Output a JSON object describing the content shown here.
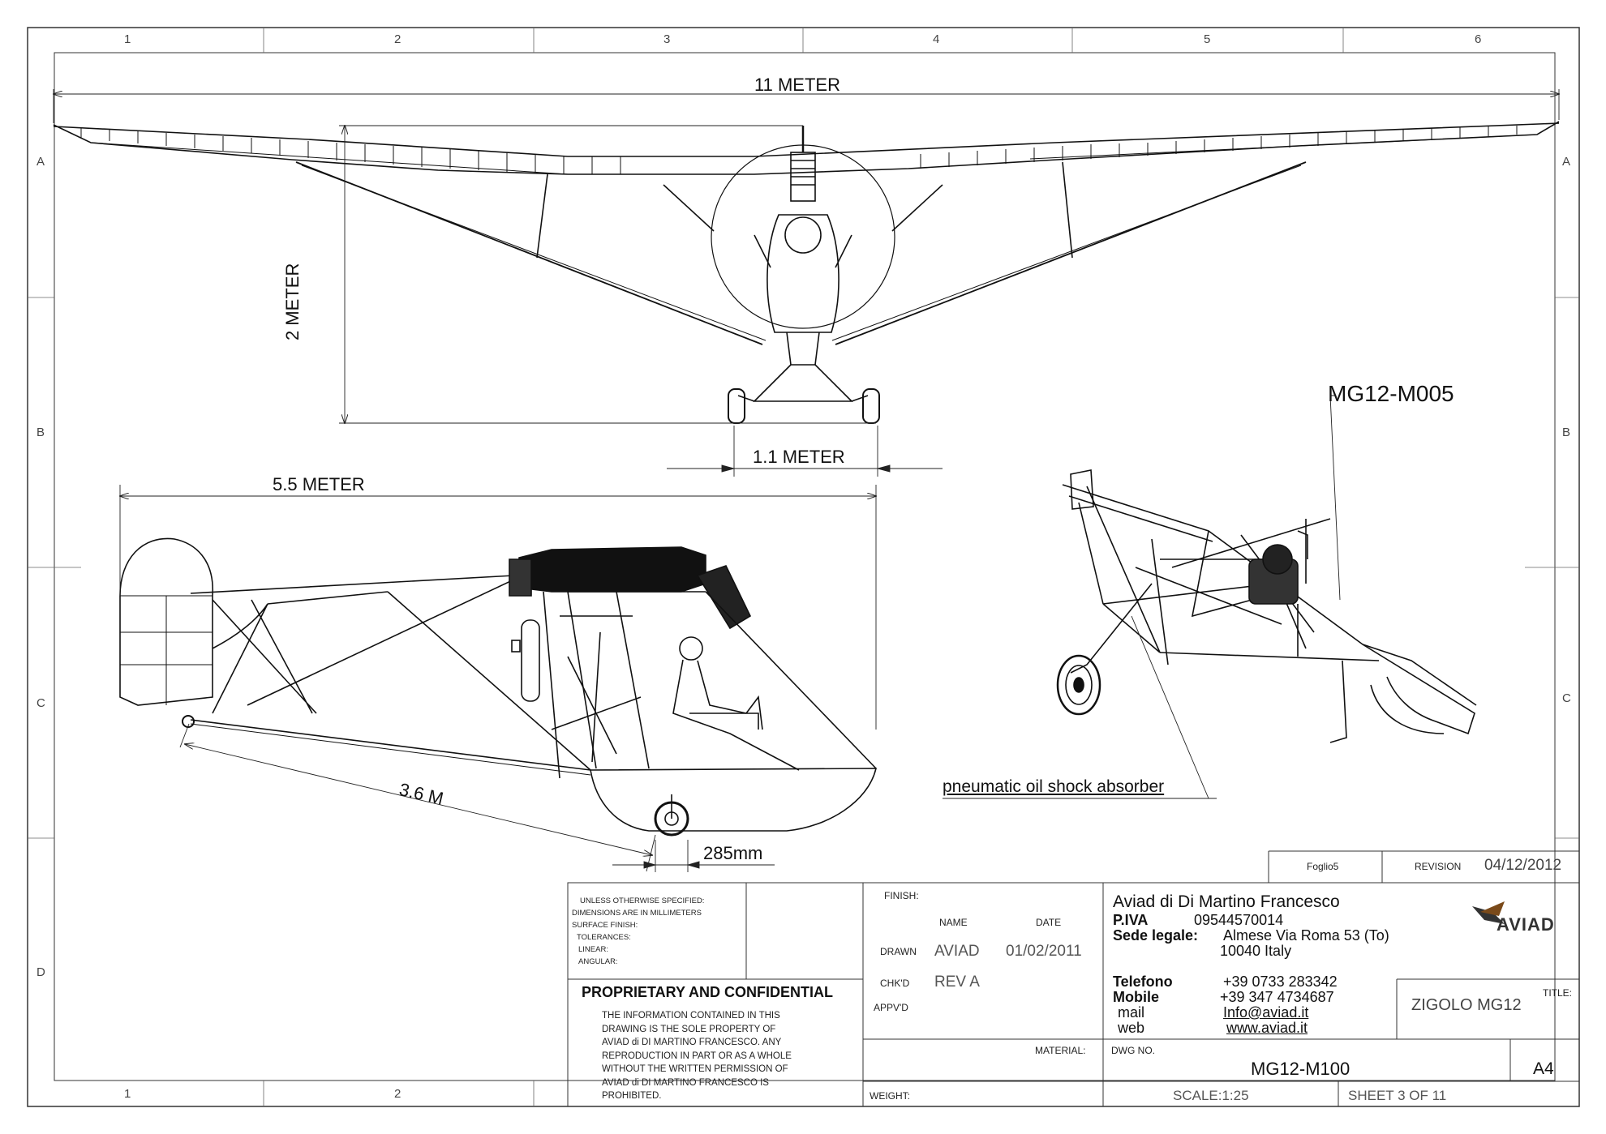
{
  "zones": {
    "columns": [
      "1",
      "2",
      "3",
      "4",
      "5",
      "6"
    ],
    "rows": [
      "A",
      "B",
      "C",
      "D"
    ]
  },
  "dimensions": {
    "wingspan": "11 METER",
    "height": "2 METER",
    "track": "1.1 METER",
    "length": "5.5 METER",
    "wheel_to_tail": "3.6 M",
    "wheel_width": "285mm"
  },
  "labels": {
    "part_ref": "MG12-M005",
    "shock_absorber": "pneumatic oil shock absorber"
  },
  "title_block": {
    "sheet_name": "Foglio5",
    "revision_label": "REVISION",
    "revision_date": "04/12/2012",
    "notes": [
      "UNLESS OTHERWISE SPECIFIED:",
      "DIMENSIONS ARE IN MILLIMETERS",
      "SURFACE FINISH:",
      "TOLERANCES:",
      "LINEAR:",
      "ANGULAR:"
    ],
    "proprietary_title": "PROPRIETARY AND CONFIDENTIAL",
    "proprietary_text": [
      "THE INFORMATION CONTAINED IN THIS",
      "DRAWING IS THE SOLE PROPERTY OF",
      "AVIAD di DI MARTINO FRANCESCO.  ANY",
      "REPRODUCTION IN PART OR AS A WHOLE",
      "WITHOUT THE WRITTEN PERMISSION OF",
      "AVIAD di DI MARTINO FRANCESCO IS",
      "PROHIBITED."
    ],
    "finish_label": "FINISH:",
    "name_label": "NAME",
    "date_label": "DATE",
    "drawn_label": "DRAWN",
    "drawn_name": "AVIAD",
    "drawn_date": "01/02/2011",
    "chkd_label": "CHK'D",
    "chkd_name": "REV A",
    "appvd_label": "APPV'D",
    "material_label": "MATERIAL:",
    "weight_label": "WEIGHT:",
    "company": "Aviad di Di Martino Francesco",
    "piva_label": "P.IVA",
    "piva": "09544570014",
    "sede_label": "Sede legale:",
    "sede_line1": "Almese Via Roma 53 (To)",
    "sede_line2": "10040 Italy",
    "telefono_label": "Telefono",
    "telefono": "+39 0733 283342",
    "mobile_label": "Mobile",
    "mobile": "+39 347 4734687",
    "mail_label": "mail",
    "mail": "Info@aviad.it",
    "web_label": "web",
    "web": "www.aviad.it",
    "logo_text": "AVIAD",
    "title_label": "TITLE:",
    "title": "ZIGOLO MG12",
    "dwg_label": "DWG NO.",
    "dwg_no": "MG12-M100",
    "size": "A4",
    "scale": "SCALE:1:25",
    "sheet": "SHEET 3 OF 11"
  }
}
